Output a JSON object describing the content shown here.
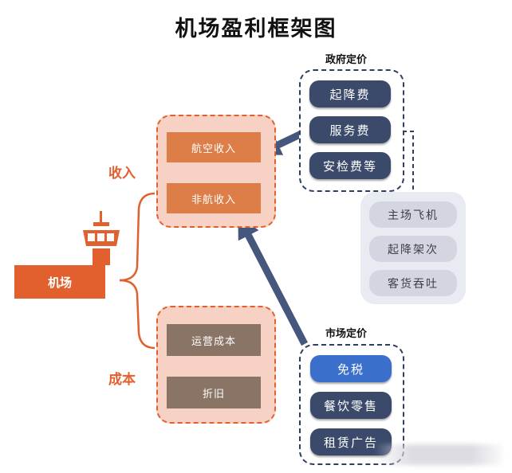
{
  "title": "机场盈利框架图",
  "airport": "机场",
  "income": {
    "label": "收入",
    "items": [
      "航空收入",
      "非航收入"
    ]
  },
  "cost": {
    "label": "成本",
    "items": [
      "运营成本",
      "折旧"
    ]
  },
  "gov_pricing": {
    "label": "政府定价",
    "items": [
      "起降费",
      "服务费",
      "安检费等"
    ]
  },
  "drivers": {
    "items": [
      "主场飞机",
      "起降架次",
      "客货吞吐"
    ]
  },
  "market_pricing": {
    "label": "市场定价",
    "items": [
      "免税",
      "餐饮零售",
      "租赁广告"
    ]
  },
  "colors": {
    "accent_orange": "#e2602d",
    "navy": "#2e3f63",
    "highlight_blue": "#3a6fcc"
  }
}
